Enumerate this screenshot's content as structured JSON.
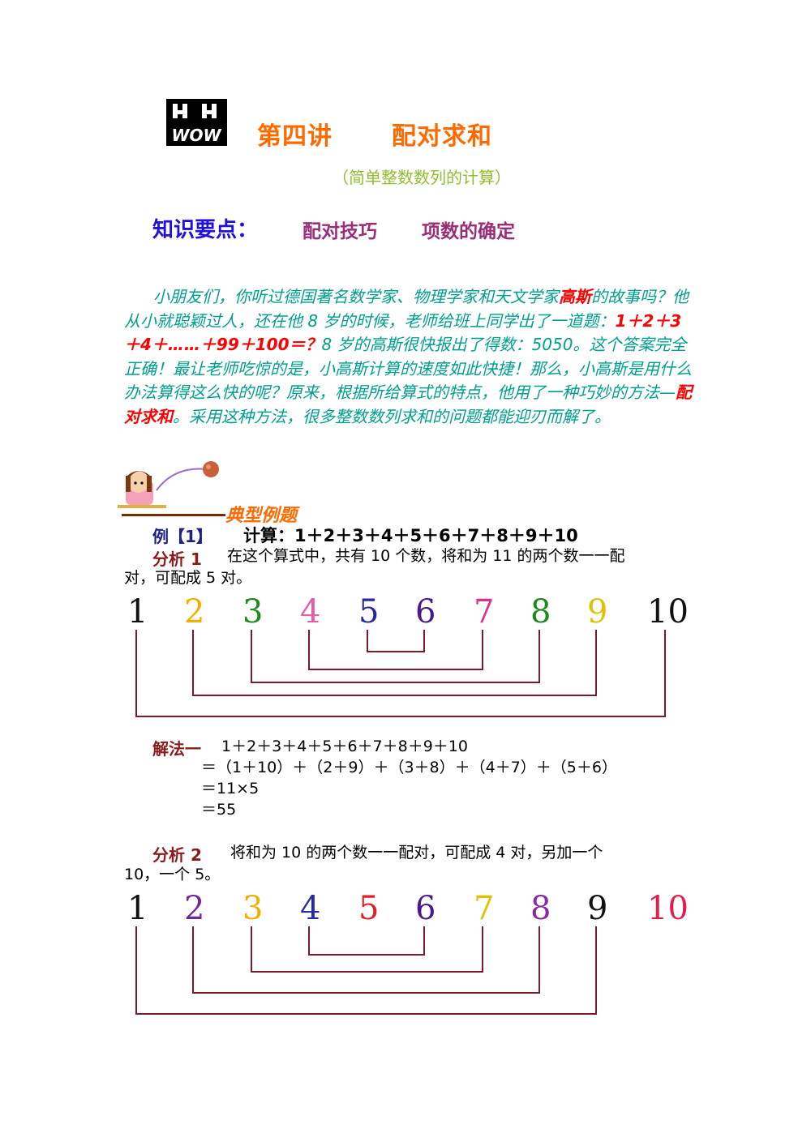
{
  "header": {
    "logo_text": "WOW",
    "title_part1": "第四讲",
    "title_part2": "配对求和",
    "subtitle": "（简单整数数列的计算）"
  },
  "key_points": {
    "label": "知识要点：",
    "items": [
      "配对技巧",
      "项数的确定"
    ]
  },
  "story": {
    "p1": "小朋友们，你听过德国著名数学家、物理学家和天文学家",
    "name": "高斯",
    "p2": "的故事吗？他从小就聪颖过人，还在他 8 岁的时候，老师给班上同学出了一道题：",
    "problem": "1＋2＋3＋4＋……＋99＋100＝？",
    "p3": "8 岁的高斯很快报出了得数：5050。这个答案完全正确！最让老师吃惊的是，小高斯计算的速度如此快捷！那么，小高斯是用什么办法算得这么快的呢？原来，根据所给算式的特点，他用了一种巧妙的方法—",
    "method": "配对求和",
    "p4": "。采用这种方法，很多整数数列求和的问题都能迎刃而解了。"
  },
  "examples": {
    "heading": "典型例题",
    "ex1_label": "例【1】",
    "ex1_task": "计算：1＋2＋3＋4＋5＋6＋7＋8＋9＋10",
    "analysis1_label": "分析 1",
    "analysis1_line1": "在这个算式中，共有 10 个数，将和为 11 的两个数一一配",
    "analysis1_line2": "对，可配成 5 对。",
    "row1": [
      {
        "n": "1",
        "color": "#111111"
      },
      {
        "n": "2",
        "color": "#f0b000"
      },
      {
        "n": "3",
        "color": "#1a8a1a"
      },
      {
        "n": "4",
        "color": "#e060a8"
      },
      {
        "n": "5",
        "color": "#2a2aa0"
      },
      {
        "n": "6",
        "color": "#4a1a8a"
      },
      {
        "n": "7",
        "color": "#e0308a"
      },
      {
        "n": "8",
        "color": "#1a8a1a"
      },
      {
        "n": "9",
        "color": "#e0c000"
      },
      {
        "n": "10",
        "color": "#111111"
      }
    ],
    "solution1_label": "解法一",
    "solution1_lines": [
      "1＋2＋3＋4＋5＋6＋7＋8＋9＋10",
      "＝（1＋10）＋（2＋9）＋（3＋8）＋（4＋7）＋（5＋6）",
      "＝11×5",
      "＝55"
    ],
    "analysis2_label": "分析 2",
    "analysis2_line1": "将和为 10 的两个数一一配对，可配成 4 对，另加一个",
    "analysis2_line2": "10，一个 5。",
    "row2": [
      {
        "n": "1",
        "color": "#111111"
      },
      {
        "n": "2",
        "color": "#6a2a9a"
      },
      {
        "n": "3",
        "color": "#f0b000"
      },
      {
        "n": "4",
        "color": "#2a2aa0"
      },
      {
        "n": "5",
        "color": "#e02020"
      },
      {
        "n": "6",
        "color": "#4a1a8a"
      },
      {
        "n": "7",
        "color": "#e0c000"
      },
      {
        "n": "8",
        "color": "#8a2aa0"
      },
      {
        "n": "9",
        "color": "#111111"
      },
      {
        "n": "10",
        "color": "#e0204a"
      }
    ]
  },
  "colors": {
    "bracket": "#7a1a2a",
    "title": "#ff6a00",
    "story": "#00a08c"
  }
}
